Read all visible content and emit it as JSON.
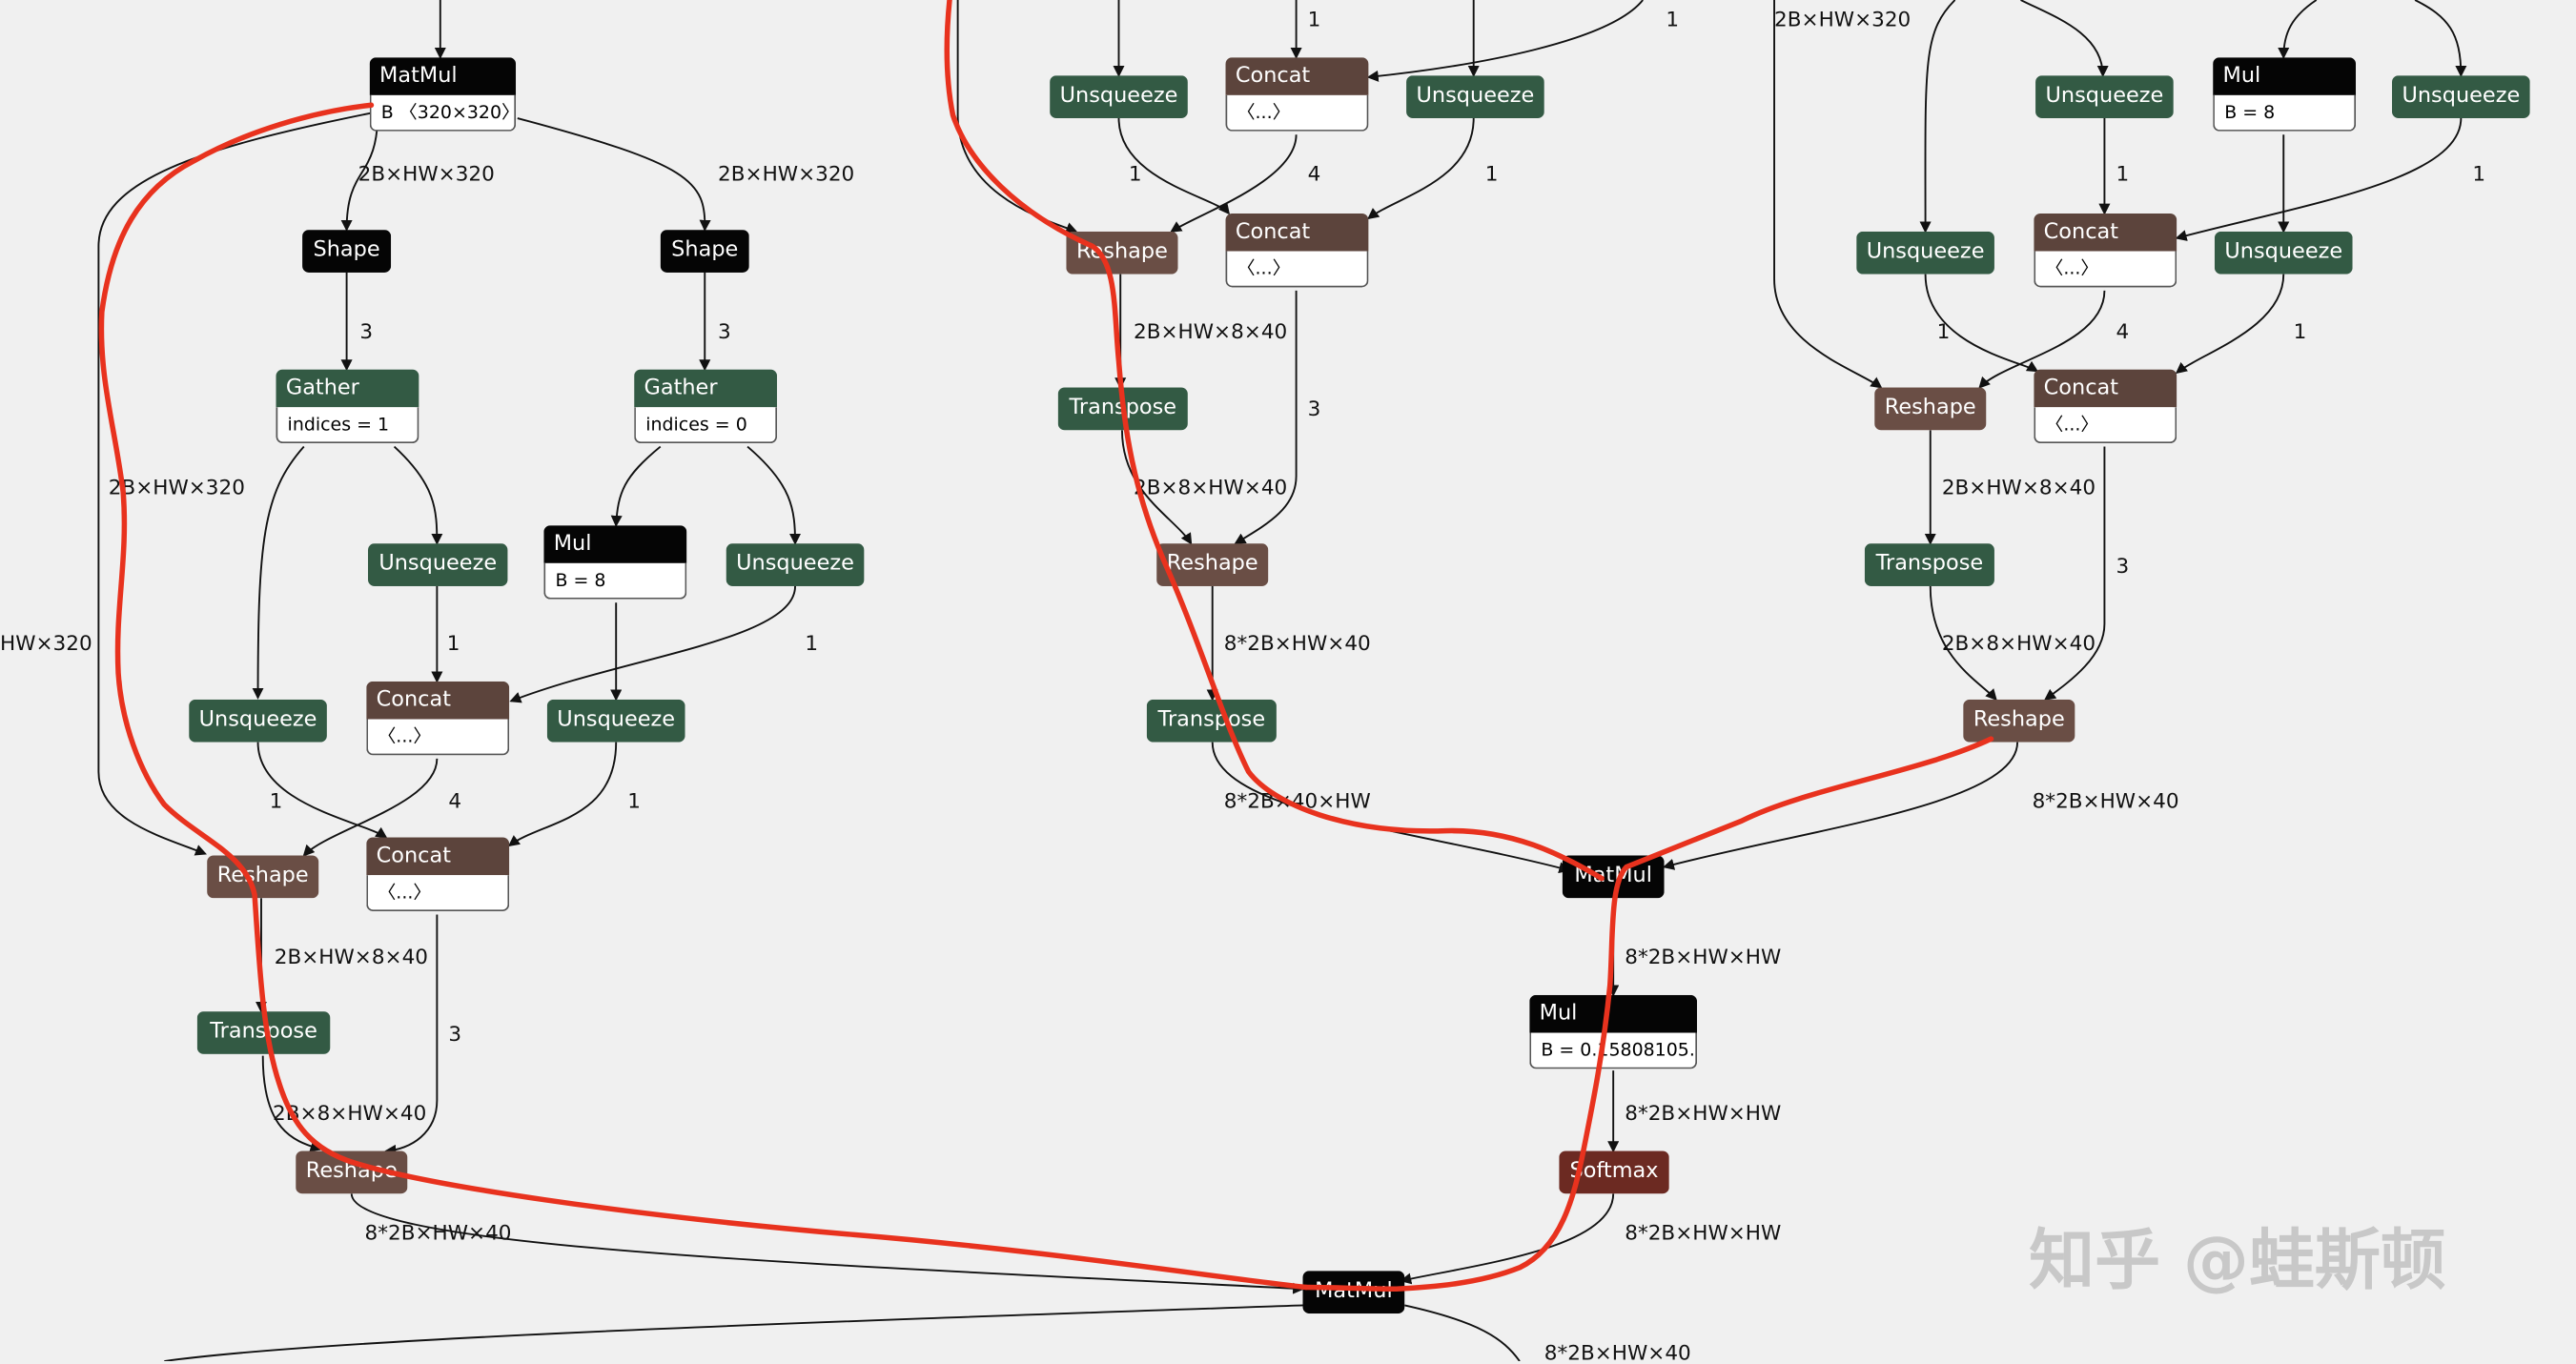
{
  "watermark": "知乎 @蛙斯顿",
  "nodes": {
    "matmul_top": {
      "op": "MatMul",
      "attr": "B  〈320×320〉"
    },
    "shape_l": {
      "op": "Shape"
    },
    "shape_r": {
      "op": "Shape"
    },
    "gather_l": {
      "op": "Gather",
      "attr": "indices = 1"
    },
    "gather_r": {
      "op": "Gather",
      "attr": "indices = 0"
    },
    "mul_l": {
      "op": "Mul",
      "attr": "B = 8"
    },
    "unsq_l1": {
      "op": "Unsqueeze"
    },
    "unsq_l2": {
      "op": "Unsqueeze"
    },
    "unsq_l3": {
      "op": "Unsqueeze"
    },
    "unsq_l4": {
      "op": "Unsqueeze"
    },
    "concat_l1": {
      "op": "Concat",
      "attr": "〈...〉"
    },
    "concat_l2": {
      "op": "Concat",
      "attr": "〈...〉"
    },
    "reshape_l1": {
      "op": "Reshape"
    },
    "transpose_l": {
      "op": "Transpose"
    },
    "reshape_l2": {
      "op": "Reshape"
    },
    "unsq_m1": {
      "op": "Unsqueeze"
    },
    "concat_m1": {
      "op": "Concat",
      "attr": "〈...〉"
    },
    "unsq_m2": {
      "op": "Unsqueeze"
    },
    "concat_m2": {
      "op": "Concat",
      "attr": "〈...〉"
    },
    "reshape_m1": {
      "op": "Reshape"
    },
    "transpose_m1": {
      "op": "Transpose"
    },
    "reshape_m2": {
      "op": "Reshape"
    },
    "transpose_m2": {
      "op": "Transpose"
    },
    "matmul_mid": {
      "op": "MatMul"
    },
    "mul_scale": {
      "op": "Mul",
      "attr": "B = 0.15808105..."
    },
    "softmax": {
      "op": "Softmax"
    },
    "matmul_bot": {
      "op": "MatMul"
    },
    "unsq_r1": {
      "op": "Unsqueeze"
    },
    "mul_r": {
      "op": "Mul",
      "attr": "B = 8"
    },
    "unsq_r2": {
      "op": "Unsqueeze"
    },
    "unsq_r3": {
      "op": "Unsqueeze"
    },
    "concat_r1": {
      "op": "Concat",
      "attr": "〈...〉"
    },
    "unsq_r4": {
      "op": "Unsqueeze"
    },
    "reshape_r1": {
      "op": "Reshape"
    },
    "concat_r2": {
      "op": "Concat",
      "attr": "〈...〉"
    },
    "transpose_r": {
      "op": "Transpose"
    },
    "reshape_r2": {
      "op": "Reshape"
    }
  },
  "edge_labels": {
    "mm_shape_l": "2B×HW×320",
    "mm_shape_r": "2B×HW×320",
    "shape_gather_l": "3",
    "shape_gather_r": "3",
    "left_long": "2B×HW×320",
    "far_left": "HW×320",
    "unsq_concat1": "1",
    "unsq_r_concat1": "1",
    "unsq_reshape": "1",
    "concat_reshape": "4",
    "unsq_concat2": "1",
    "reshape_transpose_l": "2B×HW×8×40",
    "concat2_reshape2": "3",
    "transpose_reshape_l": "2B×8×HW×40",
    "reshape_matmul_l": "8*2B×HW×40",
    "m_top1": "1",
    "m_top2": "1",
    "m_one_a": "1",
    "m_four": "4",
    "m_one_b": "1",
    "m_reshape_transpose": "2B×HW×8×40",
    "m_concat_reshape": "3",
    "m_transpose_reshape": "2B×8×HW×40",
    "m_reshape_transpose2": "8*2B×HW×40",
    "m_transpose_matmul": "8*2B×40×HW",
    "mm_mul": "8*2B×HW×HW",
    "mul_softmax": "8*2B×HW×HW",
    "softmax_mm": "8*2B×HW×HW",
    "mm_out": "8*2B×HW×40",
    "r_top": "2B×HW×320",
    "r_one_a": "1",
    "r_one_b": "1",
    "r_one_c": "1",
    "r_four": "4",
    "r_one_d": "1",
    "r_reshape_transpose": "2B×HW×8×40",
    "r_concat_reshape": "3",
    "r_transpose_reshape": "2B×8×HW×40",
    "r_reshape_matmul": "8*2B×HW×40"
  },
  "colors": {
    "unsqueeze": "#335a44",
    "black_op": "#050505",
    "concat": "#5c443c",
    "reshape": "#6a4e45",
    "softmax": "#6c2a22",
    "annotation_stroke": "#e8321e",
    "background": "#f0f0f0"
  }
}
